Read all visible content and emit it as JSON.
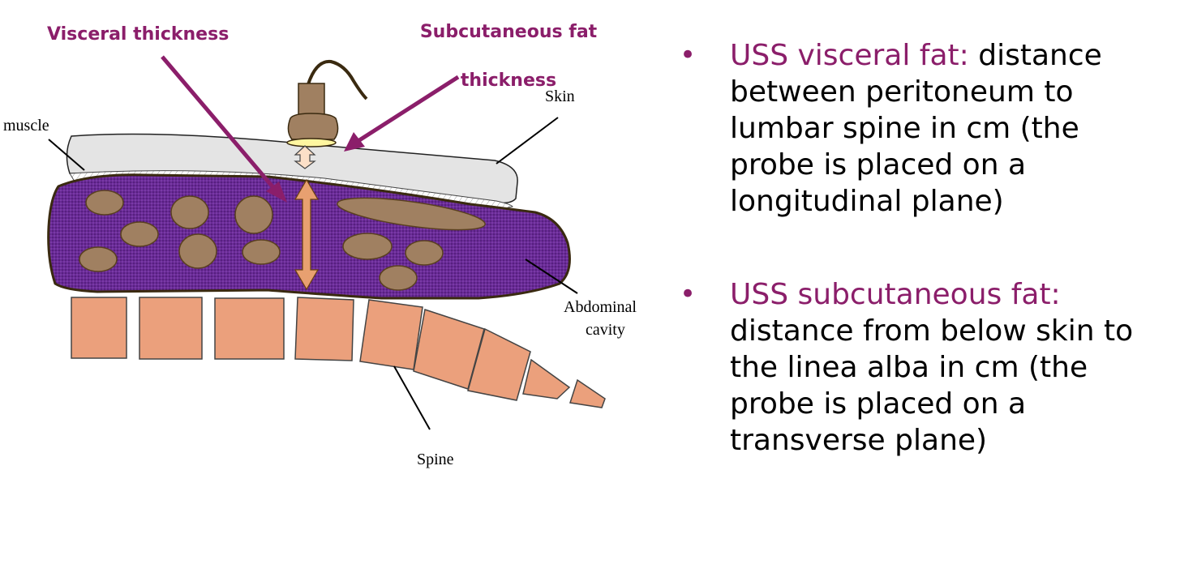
{
  "colors": {
    "accent": "#8B1E6A",
    "cavity": "#6A2A97",
    "organ": "#A08061",
    "vertebra": "#EBA07C",
    "skin": "#E4E4E4",
    "probe": "#A08061"
  },
  "diagram": {
    "callout_subcutaneous": "Subcutaneous fat thickness",
    "callout_visceral": "Visceral thickness",
    "label_muscle": "muscle",
    "label_skin": "Skin",
    "label_abdominal": "Abdominal",
    "label_cavity": "cavity",
    "label_spine": "Spine",
    "icons": [
      "ultrasound-probe-icon",
      "double-arrow-icon"
    ]
  },
  "bullets": [
    {
      "term": "USS visceral fat:",
      "text": " distance between peritoneum to lumbar spine in cm (the probe is placed on a longitudinal plane)"
    },
    {
      "term": "USS subcutaneous fat:",
      "text": " distance from below skin to the linea alba in cm (the probe is placed on a transverse plane)"
    }
  ]
}
